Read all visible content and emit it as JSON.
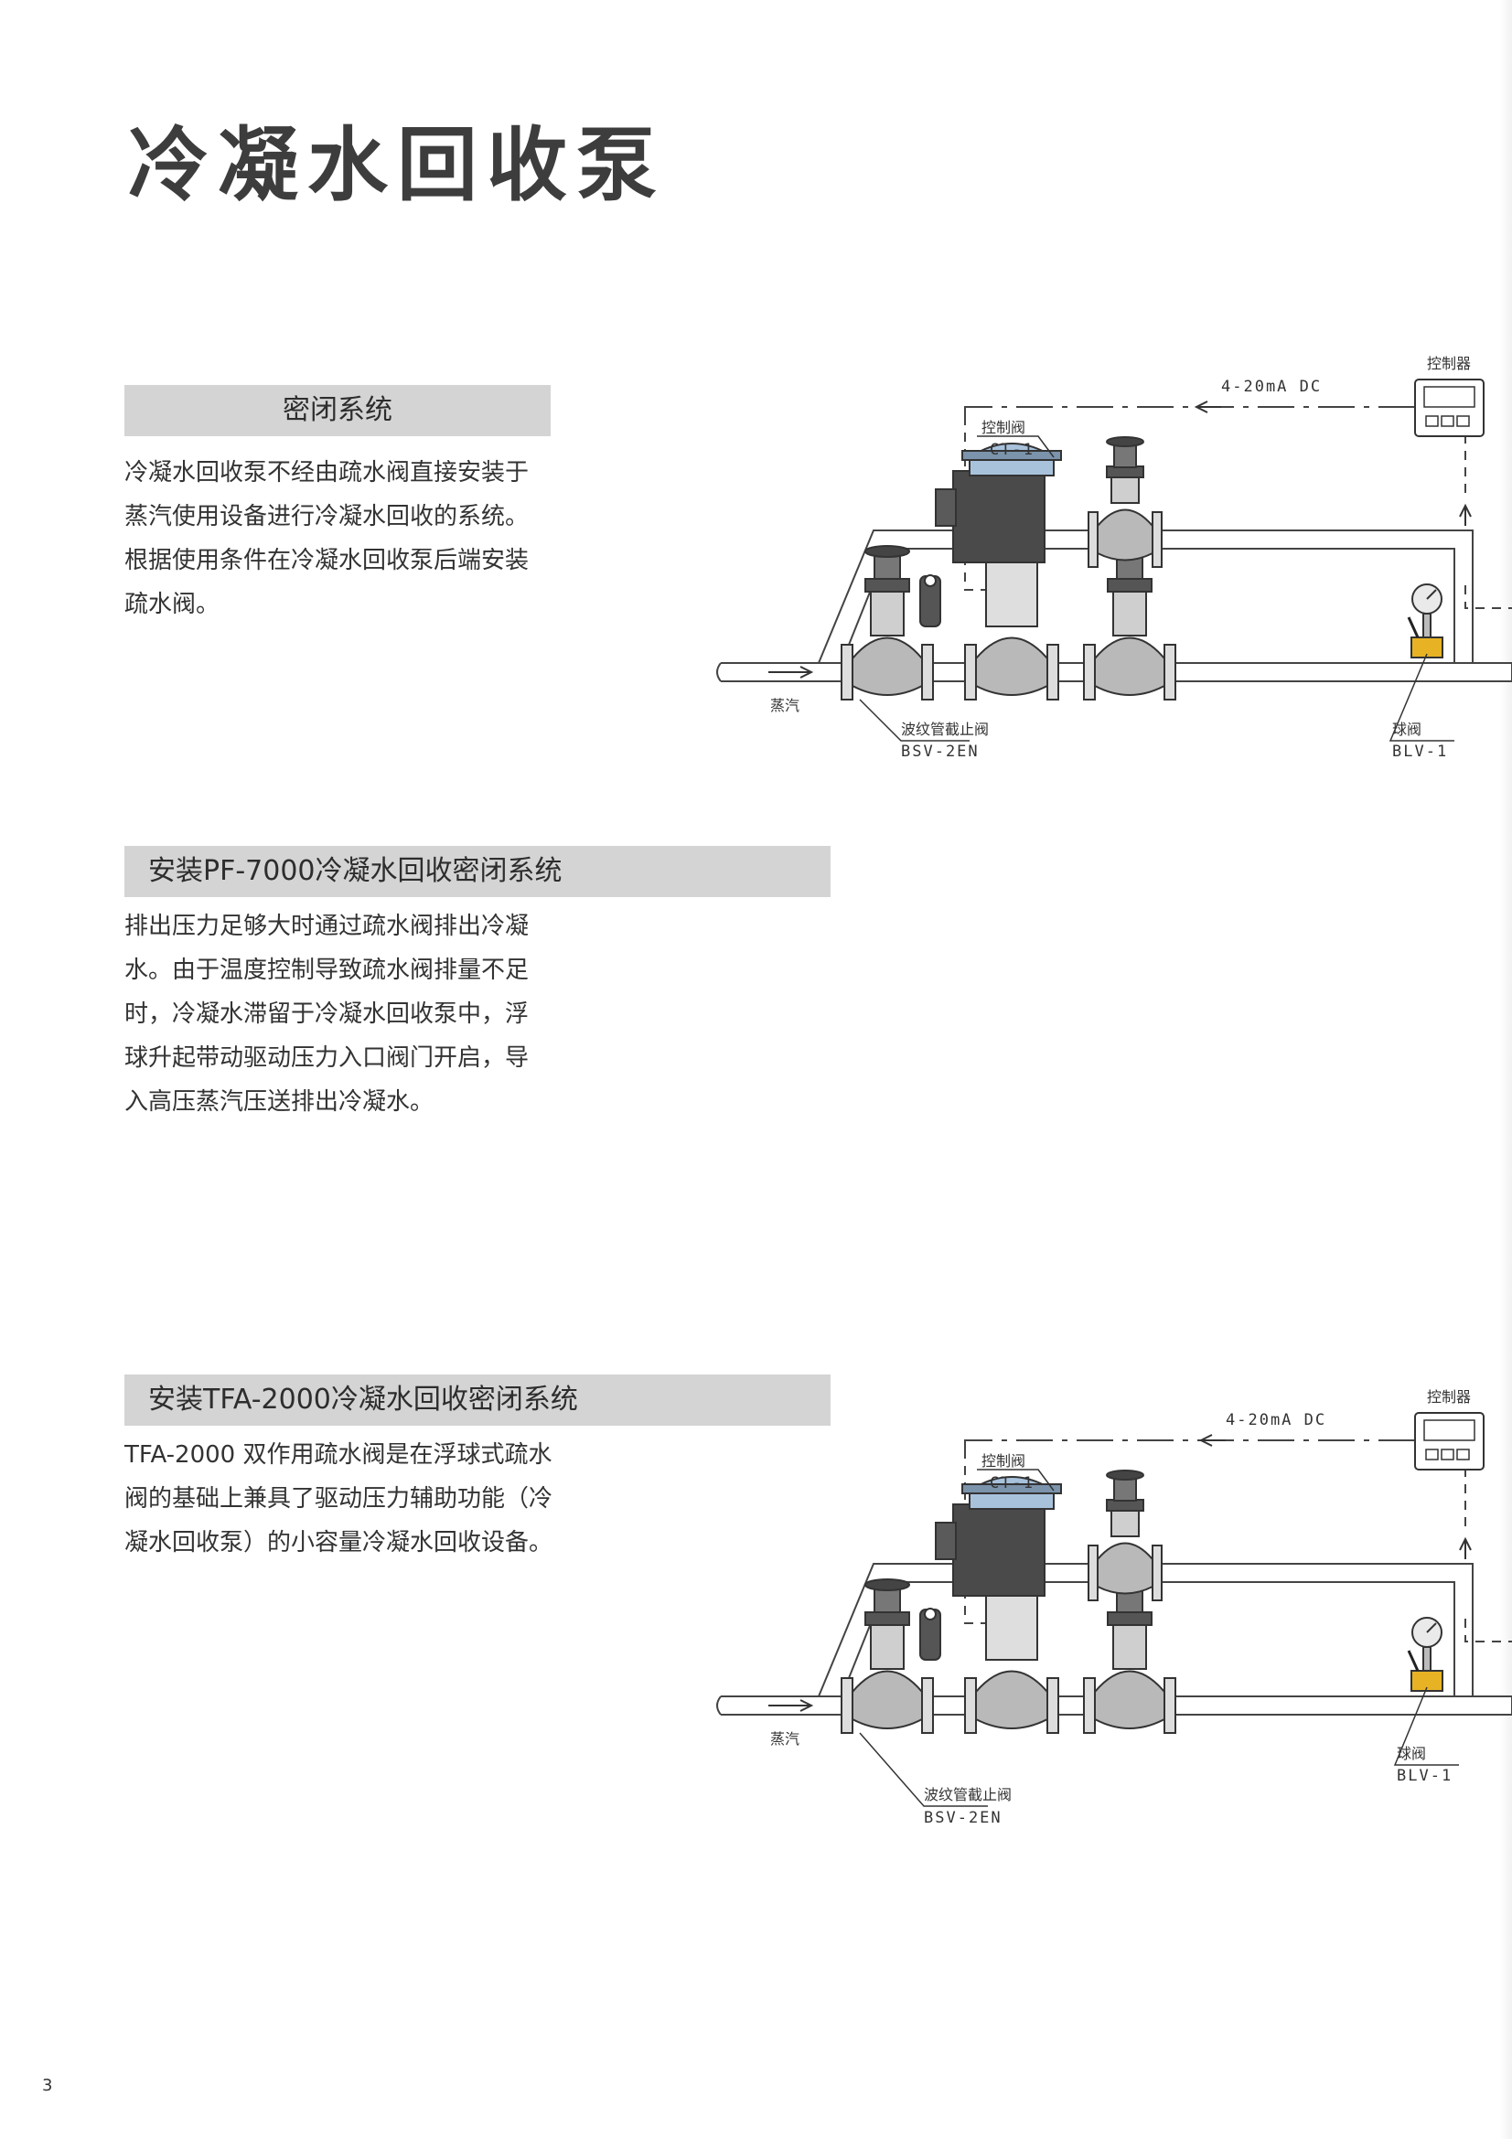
{
  "page": {
    "title": "冷凝水回收泵",
    "page_number": "3"
  },
  "sections": [
    {
      "heading": "密闭系统",
      "lines": [
        "冷凝水回收泵不经由疏水阀直接安装于",
        "蒸汽使用设备进行冷凝水回收的系统。",
        "根据使用条件在冷凝水回收泵后端安装",
        "疏水阀。"
      ]
    },
    {
      "heading": "安装PF-7000冷凝水回收密闭系统",
      "lines": [
        "排出压力足够大时通过疏水阀排出冷凝",
        "水。由于温度控制导致疏水阀排量不足",
        "时，冷凝水滞留于冷凝水回收泵中，浮",
        "球升起带动驱动压力入口阀门开启，导",
        "入高压蒸汽压送排出冷凝水。"
      ]
    },
    {
      "heading": "安装TFA-2000冷凝水回收密闭系统",
      "lines": [
        "TFA-2000 双作用疏水阀是在浮球式疏水",
        "阀的基础上兼具了驱动压力辅助功能（冷",
        "凝水回收泵）的小容量冷凝水回收设备。"
      ]
    }
  ],
  "diagram_top": {
    "signal": "4-20mA DC",
    "controller": "控制器",
    "control_valve": "控制阀",
    "control_valve_model": "CT-1",
    "steam": "蒸汽",
    "bellows_valve": "波纹管截止阀",
    "bellows_valve_model": "BSV-2EN",
    "ball_valve": "球阀",
    "ball_valve_model": "BLV-1"
  },
  "diagram_bottom": {
    "signal": "4-20mA DC",
    "controller": "控制器",
    "control_valve": "控制阀",
    "control_valve_model": "CT-1",
    "steam": "蒸汽",
    "bellows_valve": "波纹管截止阀",
    "bellows_valve_model": "BSV-2EN",
    "ball_valve": "球阀",
    "ball_valve_model": "BLV-1"
  },
  "colors": {
    "actuator_blue": "#a8c2dc",
    "valve_body_gray": "#b9b9b9",
    "positioner_dark": "#4a4a4a",
    "gauge_yellow": "#e7b325",
    "section_bar": "#d4d4d4"
  }
}
